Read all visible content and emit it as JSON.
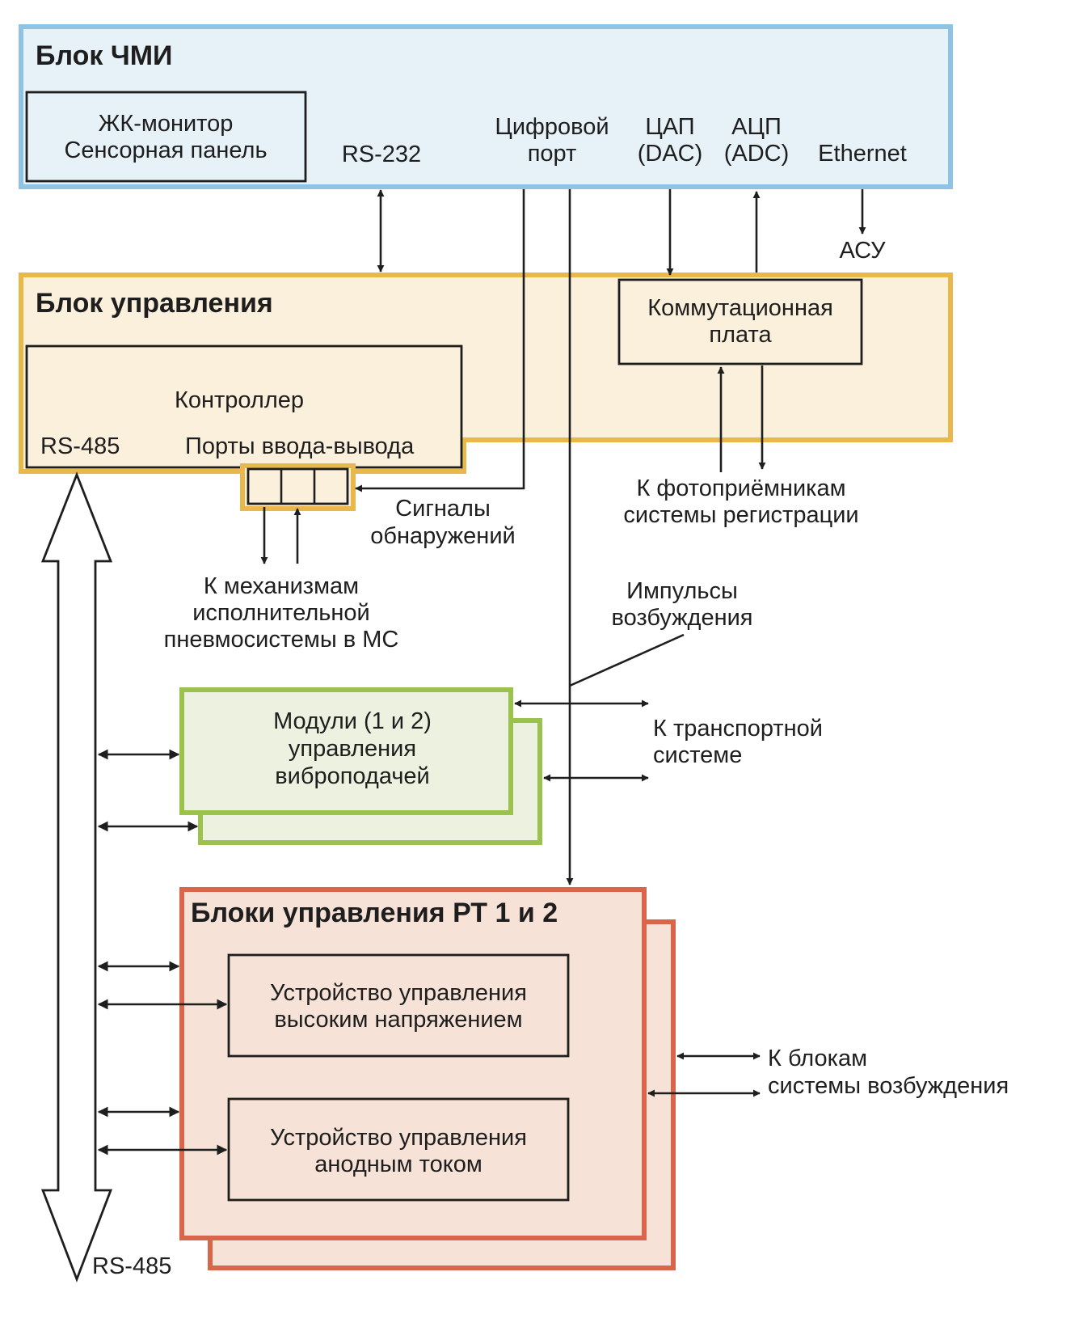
{
  "colors": {
    "hmi_fill": "#e6f2f8",
    "hmi_border": "#8ec3e6",
    "control_fill": "#fbf0dc",
    "control_border": "#e8b84a",
    "vibro_fill": "#ecf1e0",
    "vibro_border": "#9cc24e",
    "rt_fill": "#f6e2d6",
    "rt_border": "#d9664a",
    "line": "#1e1e1e"
  },
  "hmi_block": {
    "title": "Блок ЧМИ",
    "monitor": [
      "ЖК-монитор",
      "Сенсорная панель"
    ],
    "rs232": "RS-232",
    "digital_port": [
      "Цифровой",
      "порт"
    ],
    "dac": [
      "ЦАП",
      "(DAC)"
    ],
    "adc": [
      "АЦП",
      "(ADC)"
    ],
    "ethernet": "Ethernet"
  },
  "asu": "АСУ",
  "control_block": {
    "title": "Блок управления",
    "switch_board": [
      "Коммутационная",
      "плата"
    ],
    "controller": "Контроллер",
    "rs485": "RS-485",
    "io_ports": "Порты ввода-вывода"
  },
  "detection_signals": [
    "Сигналы",
    "обнаружений"
  ],
  "photoreceivers": [
    "К фотоприёмникам",
    "системы регистрации"
  ],
  "pneumo": [
    "К механизмам",
    "исполнительной",
    "пневмосистемы в МС"
  ],
  "excitation_pulses": [
    "Импульсы",
    "возбуждения"
  ],
  "vibro_modules": [
    "Модули (1 и 2)",
    "управления",
    "виброподачей"
  ],
  "transport": [
    "К транспортной",
    "системе"
  ],
  "rt_blocks": {
    "title": "Блоки управления РТ 1 и 2",
    "hv_device": [
      "Устройство управления",
      "высоким напряжением"
    ],
    "anode_device": [
      "Устройство управления",
      "анодным током"
    ]
  },
  "excitation_blocks": [
    "К блокам",
    "системы возбуждения"
  ],
  "bus_label": "RS-485"
}
